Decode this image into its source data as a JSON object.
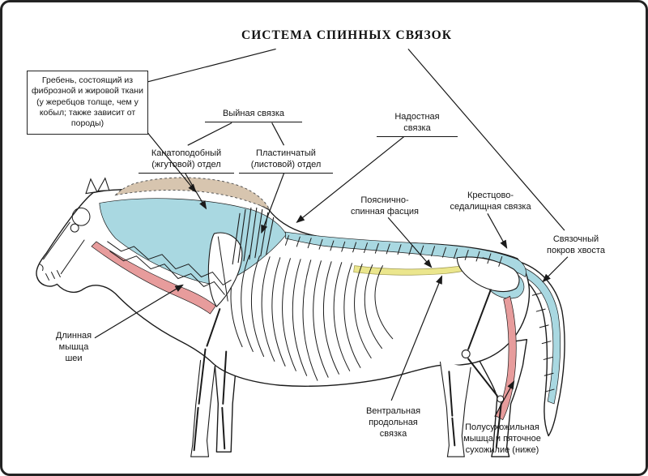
{
  "title": "СИСТЕМА СПИННЫХ СВЯЗОК",
  "colors": {
    "line": "#1a1a1a",
    "ligament_blue": "#a9d8e1",
    "crest_tan": "#d7c5af",
    "muscle_pink": "#e79c9c",
    "fascia_yellow": "#ebe68d"
  },
  "labels": {
    "crest": "Гребень, состоящий из фиброзной и жировой ткани (у жеребцов толще, чем у кобыл; также зависит от породы)",
    "nuchal": "Выйная связка",
    "funicular": "Канатоподобный\n(жгутовой) отдел",
    "lamellar": "Пластинчатый\n(листовой) отдел",
    "supraspinous": "Надостная\nсвязка",
    "lumbodorsal": "Пояснично-\nспинная фасция",
    "sacrosciatic": "Крестцово-\nседалищная связка",
    "tail_cover": "Связочный\nпокров хвоста",
    "longus_colli": "Длинная\nмышца\nшеи",
    "ventral": "Вентральная\nпродольная\nсвязка",
    "semitendinosus": "Полусухожильная\nмышца и пяточное\nсухожилие (ниже)"
  }
}
